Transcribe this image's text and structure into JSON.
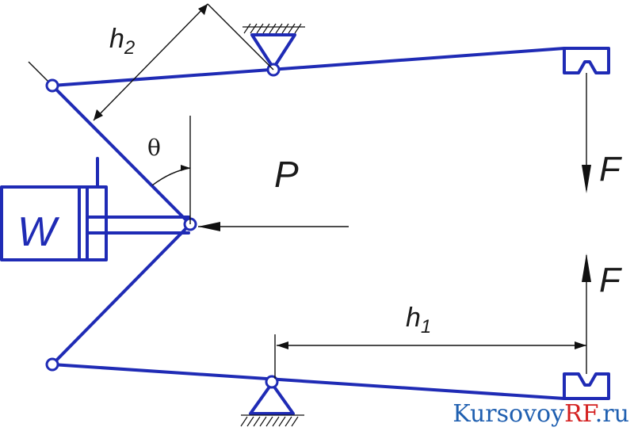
{
  "labels": {
    "h2": "h",
    "h2_sub": "2",
    "h1": "h",
    "h1_sub": "1",
    "theta": "θ",
    "P": "P",
    "F_top": "F",
    "F_bottom": "F",
    "cylinder": "W"
  },
  "watermark": {
    "part1": "Kursovoy",
    "part2": "RF",
    "part3": ".ru"
  },
  "colors": {
    "link": "#1f2bb5",
    "dimension": "#111111",
    "watermark_blue": "#1f5fb0",
    "watermark_red": "#d42020"
  }
}
